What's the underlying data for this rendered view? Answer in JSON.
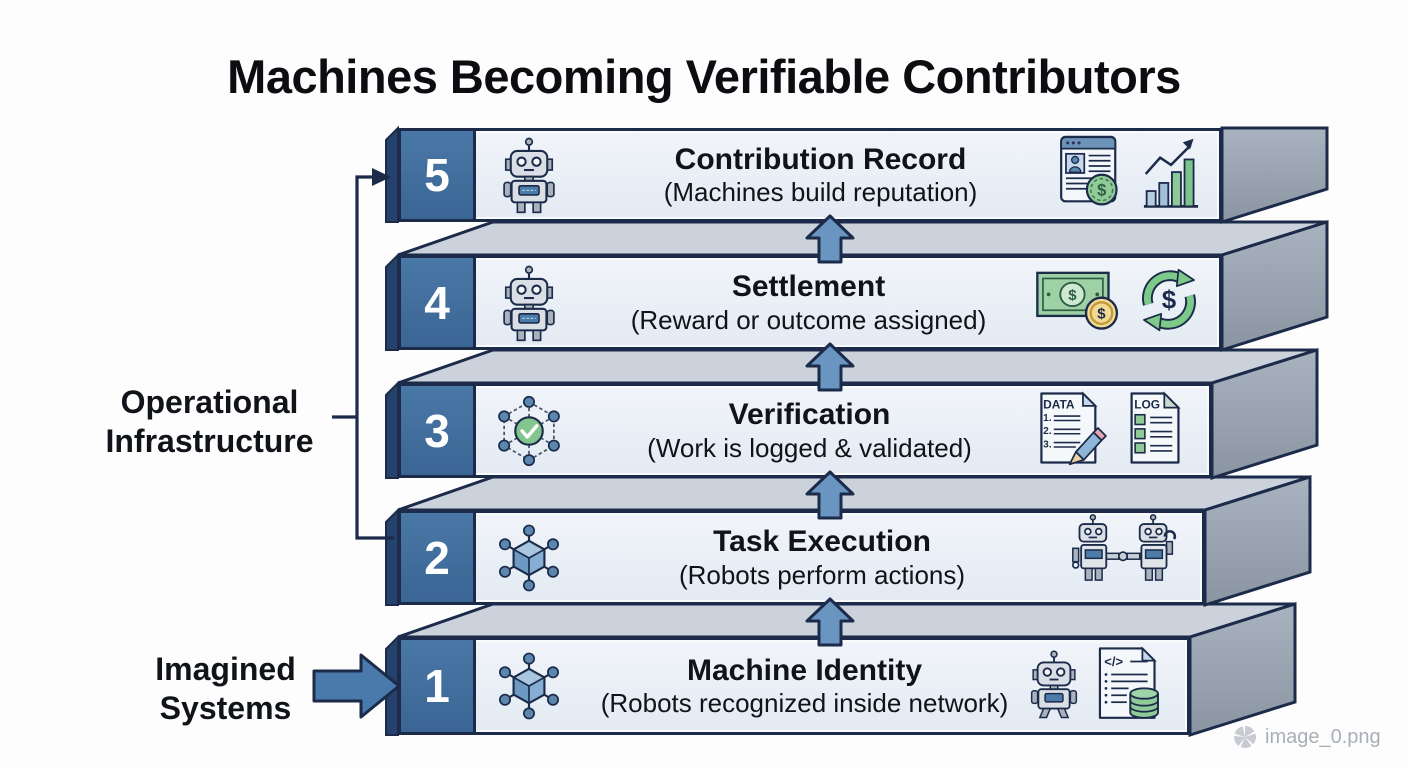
{
  "title": "Machines Becoming Verifiable Contributors",
  "side_labels": {
    "operational": {
      "lines": [
        "Operational",
        "Infrastructure"
      ],
      "connects_layers": "2-5"
    },
    "imagined": {
      "lines": [
        "Imagined",
        "Systems"
      ],
      "connects_layers": "1"
    }
  },
  "layers": [
    {
      "number": "5",
      "title": "Contribution Record",
      "subtitle": "(Machines build reputation)",
      "left_icon": "robot-icon",
      "right_icons": [
        "reputation-profile-dollar-icon",
        "growth-bar-chart-icon"
      ]
    },
    {
      "number": "4",
      "title": "Settlement",
      "subtitle": "(Reward or outcome assigned)",
      "left_icon": "robot-icon",
      "right_icons": [
        "banknote-coin-icon",
        "dollar-cycle-icon"
      ]
    },
    {
      "number": "3",
      "title": "Verification",
      "subtitle": "(Work is logged & validated)",
      "left_icon": "network-check-icon",
      "right_icons": [
        "data-document-pencil-icon",
        "log-document-icon"
      ]
    },
    {
      "number": "2",
      "title": "Task Execution",
      "subtitle": "(Robots perform actions)",
      "left_icon": "network-cube-icon",
      "right_icons": [
        "robots-handshake-icon"
      ]
    },
    {
      "number": "1",
      "title": "Machine Identity",
      "subtitle": "(Robots recognized inside network)",
      "left_icon": "network-cube-icon",
      "right_icons": [
        "robot-icon",
        "code-document-database-icon"
      ]
    }
  ],
  "icon_text": {
    "data_doc": "DATA",
    "log_doc": "LOG",
    "code_doc": "</>",
    "dollar": "$",
    "data_list": [
      "1.",
      "2.",
      "3."
    ]
  },
  "flow_arrows": {
    "direction": "up",
    "count": 4
  },
  "watermark": {
    "icon": "pinwheel-icon",
    "filename": "image_0.png"
  },
  "colors": {
    "navy_outline": "#1c2b4a",
    "badge_blue": "#4173a3",
    "front_face": "#e9eff6",
    "top_face": "#cbd2dc",
    "side_face": "#99a3b0",
    "arrow_blue": "#6a95c1",
    "green": "#8fca97",
    "gold": "#f3da92",
    "text": "#101318"
  }
}
